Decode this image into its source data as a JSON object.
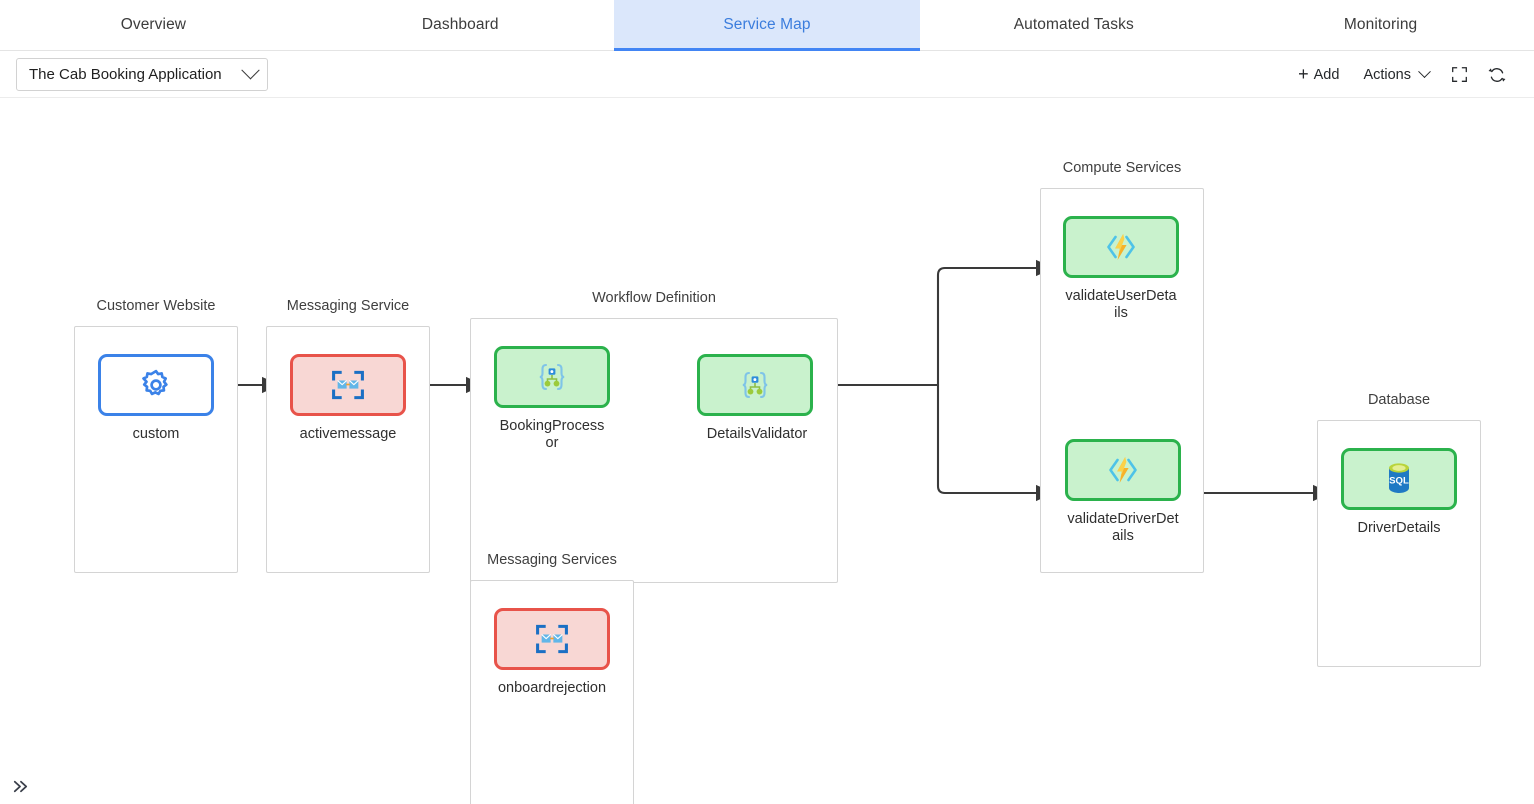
{
  "nav": {
    "tabs": [
      {
        "label": "Overview",
        "active": false
      },
      {
        "label": "Dashboard",
        "active": false
      },
      {
        "label": "Service Map",
        "active": true
      },
      {
        "label": "Automated Tasks",
        "active": false
      },
      {
        "label": "Monitoring",
        "active": false
      }
    ]
  },
  "toolbar": {
    "application_selected": "The Cab Booking Application",
    "add_label": "Add",
    "actions_label": "Actions",
    "fullscreen_icon": "fullscreen-icon",
    "refresh_icon": "refresh-icon"
  },
  "colors": {
    "accent_blue": "#4285f4",
    "tab_active_bg": "#dbe7fb",
    "tab_active_text": "#3b7ddd",
    "node_blue_border": "#3b82e8",
    "node_red_border": "#e8534a",
    "node_red_fill": "#f8d7d4",
    "node_green_border": "#2bb24c",
    "node_green_fill": "#c9f2cd",
    "group_border": "#d4d4d4",
    "edge": "#3a3a3a"
  },
  "canvas": {
    "groups": [
      {
        "id": "customer-website",
        "label": "Customer Website"
      },
      {
        "id": "messaging-service",
        "label": "Messaging Service"
      },
      {
        "id": "workflow-definition",
        "label": "Workflow Definition"
      },
      {
        "id": "messaging-services",
        "label": "Messaging Services"
      },
      {
        "id": "compute-services",
        "label": "Compute Services"
      },
      {
        "id": "database",
        "label": "Database"
      }
    ],
    "nodes": [
      {
        "id": "custom",
        "label": "custom",
        "group": "customer-website",
        "style": "blue",
        "icon": "gear-icon"
      },
      {
        "id": "activemessage",
        "label": "activemessage",
        "group": "messaging-service",
        "style": "red",
        "icon": "messaging-queue-icon"
      },
      {
        "id": "bookingprocessor",
        "label": "BookingProcessor",
        "group": "workflow-definition",
        "style": "green",
        "icon": "state-machine-icon"
      },
      {
        "id": "detailsvalidator",
        "label": "DetailsValidator",
        "group": "workflow-definition",
        "style": "green",
        "icon": "state-machine-icon"
      },
      {
        "id": "onboardrejection",
        "label": "onboardrejection",
        "group": "messaging-services",
        "style": "red",
        "icon": "messaging-queue-icon"
      },
      {
        "id": "validateuserdetails",
        "label": "validateUserDetails",
        "group": "compute-services",
        "style": "green",
        "icon": "lambda-function-icon"
      },
      {
        "id": "validatedriverdetails",
        "label": "validateDriverDetails",
        "group": "compute-services",
        "style": "green",
        "icon": "lambda-function-icon"
      },
      {
        "id": "driverdetails",
        "label": "DriverDetails",
        "group": "database",
        "style": "green",
        "icon": "sql-database-icon"
      }
    ],
    "edges": [
      {
        "from": "custom",
        "to": "activemessage",
        "direction": "forward"
      },
      {
        "from": "activemessage",
        "to": "bookingprocessor",
        "direction": "forward"
      },
      {
        "from": "bookingprocessor",
        "to": "detailsvalidator",
        "direction": "bidirectional"
      },
      {
        "from": "bookingprocessor",
        "to": "onboardrejection",
        "direction": "forward"
      },
      {
        "from": "detailsvalidator",
        "to": "validateuserdetails",
        "direction": "forward"
      },
      {
        "from": "detailsvalidator",
        "to": "validatedriverdetails",
        "direction": "forward"
      },
      {
        "from": "validatedriverdetails",
        "to": "driverdetails",
        "direction": "forward"
      }
    ],
    "expand_panel_icon": "chevron-double-right-icon"
  }
}
